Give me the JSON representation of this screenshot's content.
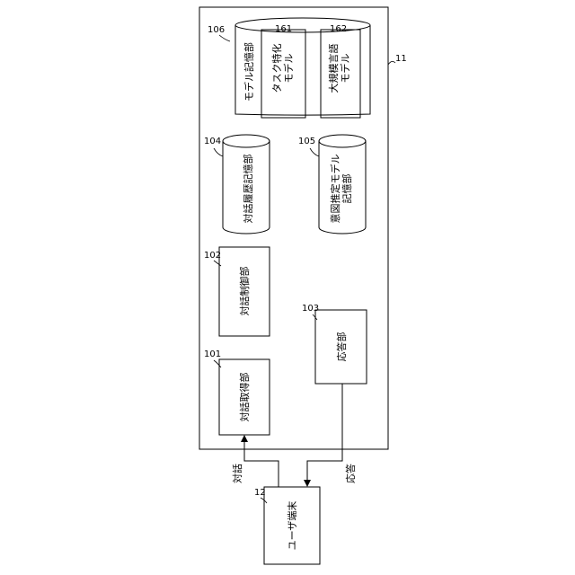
{
  "system": {
    "ref": "11"
  },
  "blocks": {
    "model_storage": {
      "ref": "106",
      "label": "モデル記憶部"
    },
    "task_model": {
      "ref": "161",
      "lines": [
        "タスク特化",
        "モデル"
      ]
    },
    "large_lm": {
      "ref": "162",
      "lines": [
        "大規模言語",
        "モデル"
      ]
    },
    "history_storage": {
      "ref": "104",
      "label": "対話履歴記憶部"
    },
    "intent_storage": {
      "ref": "105",
      "lines": [
        "意図推定モデル",
        "記憶部"
      ]
    },
    "dialogue_control": {
      "ref": "102",
      "label": "対話制御部"
    },
    "response_unit": {
      "ref": "103",
      "label": "応答部"
    },
    "dialogue_acquisition": {
      "ref": "101",
      "label": "対話取得部"
    },
    "user_terminal": {
      "ref": "12",
      "label": "ユーザ端末"
    }
  },
  "edges": {
    "dialogue": "対話",
    "response": "応答"
  }
}
